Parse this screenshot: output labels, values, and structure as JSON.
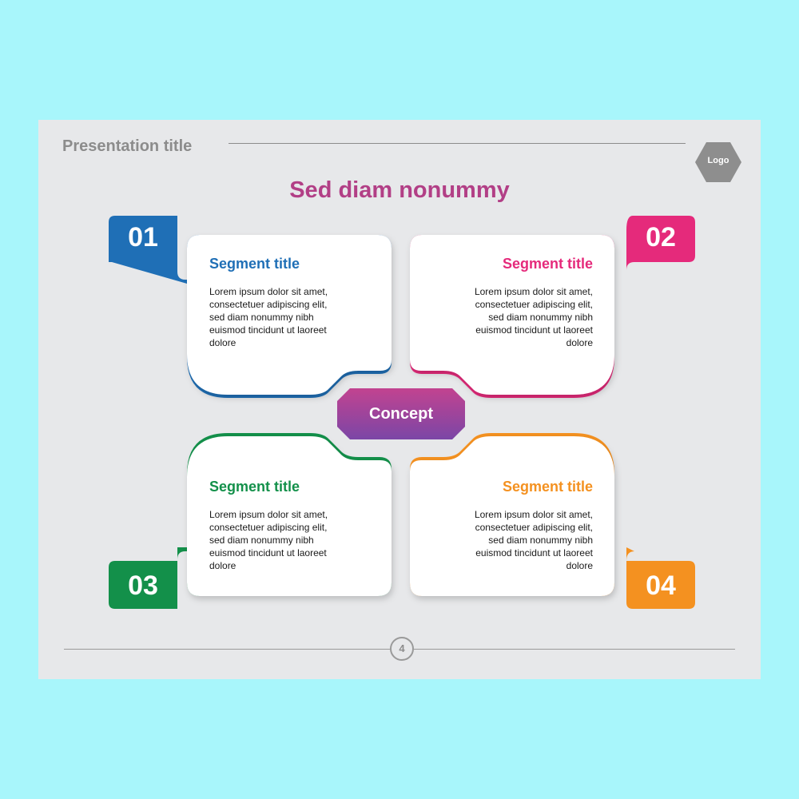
{
  "presentation_title": "Presentation title",
  "logo": "Logo",
  "main_title": "Sed diam nonummy",
  "concept": "Concept",
  "page_number": "4",
  "segments": [
    {
      "number": "01",
      "title": "Segment title",
      "text": "Lorem ipsum dolor sit amet, consectetuer adipiscing elit, sed diam nonummy nibh euismod tincidunt ut laoreet dolore",
      "color": "#1f6fb6"
    },
    {
      "number": "02",
      "title": "Segment title",
      "text": "Lorem ipsum dolor sit amet, consectetuer adipiscing elit, sed diam nonummy nibh euismod tincidunt ut laoreet dolore",
      "color": "#e52a7b"
    },
    {
      "number": "03",
      "title": "Segment title",
      "text": "Lorem ipsum dolor sit amet, consectetuer adipiscing elit, sed diam nonummy nibh euismod tincidunt ut laoreet dolore",
      "color": "#13904a"
    },
    {
      "number": "04",
      "title": "Segment title",
      "text": "Lorem ipsum dolor sit amet, consectetuer adipiscing elit, sed diam nonummy nibh euismod tincidunt ut laoreet dolore",
      "color": "#f49120"
    }
  ],
  "colors": {
    "background": "#a8f6fb",
    "slide": "#e7e8ea",
    "main_title": "#b23f86",
    "concept_top": "#c24390",
    "concept_bottom": "#7b46a6",
    "logo": "#8e8e8e"
  }
}
